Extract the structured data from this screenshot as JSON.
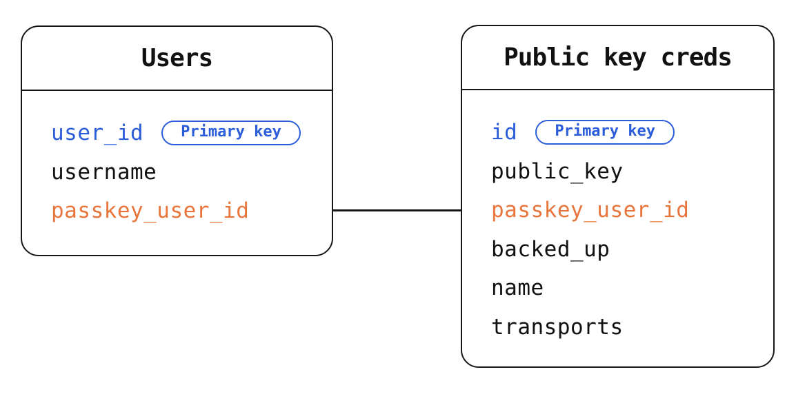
{
  "tables": [
    {
      "title": "Users",
      "fields": [
        {
          "name": "user_id",
          "badge": "Primary key",
          "role": "primary-key"
        },
        {
          "name": "username",
          "role": "normal"
        },
        {
          "name": "passkey_user_id",
          "role": "foreign-key"
        }
      ]
    },
    {
      "title": "Public key creds",
      "fields": [
        {
          "name": "id",
          "badge": "Primary key",
          "role": "primary-key"
        },
        {
          "name": "public_key",
          "role": "normal"
        },
        {
          "name": "passkey_user_id",
          "role": "foreign-key"
        },
        {
          "name": "backed_up",
          "role": "normal"
        },
        {
          "name": "name",
          "role": "normal"
        },
        {
          "name": "transports",
          "role": "normal"
        }
      ]
    }
  ],
  "relationship": {
    "from_table": "Users",
    "from_field": "passkey_user_id",
    "to_table": "Public key creds",
    "to_field": "passkey_user_id"
  },
  "colors": {
    "primary_key_blue": "#2b5cd9",
    "highlight_orange": "#e8753b",
    "text_black": "#111111",
    "line_black": "#161616",
    "background": "#ffffff"
  }
}
